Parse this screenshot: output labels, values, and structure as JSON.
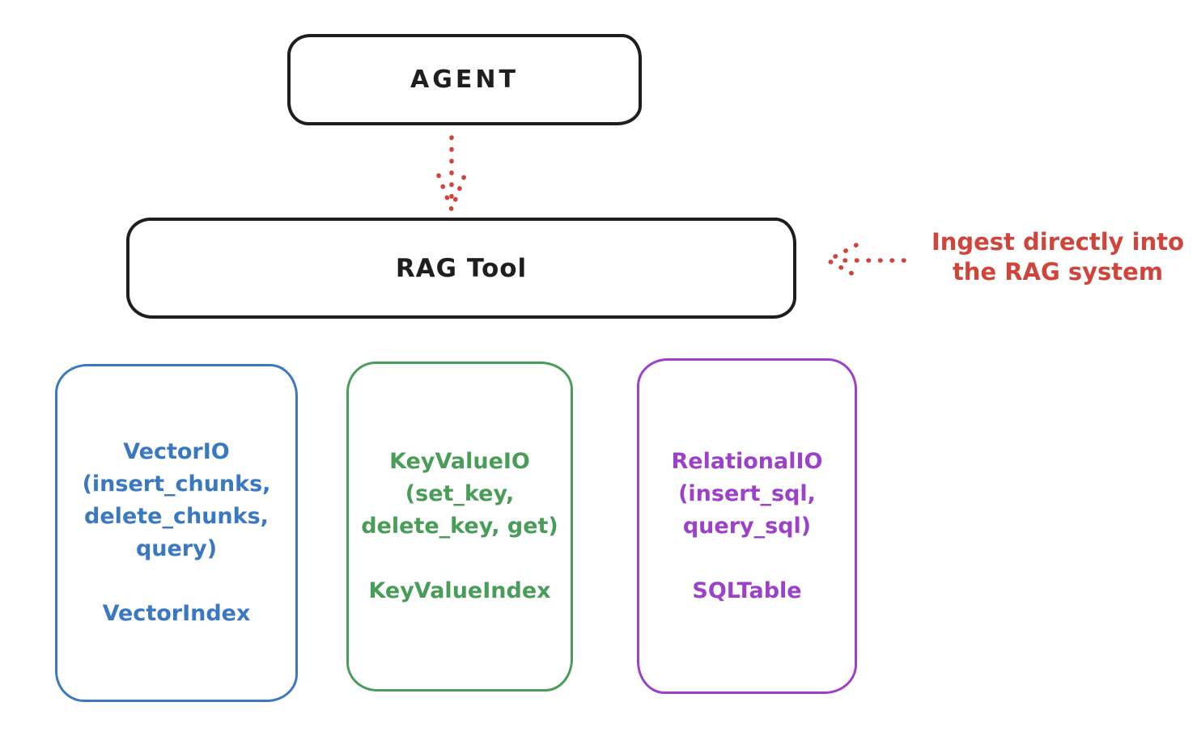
{
  "diagram": {
    "title_hint": "RAG Tool architecture sketch",
    "colors": {
      "node_stroke": "#1e1e1e",
      "annotation_red": "#d0453b",
      "vector_blue": "#3b78c2",
      "keyvalue_green": "#4a9d58",
      "relational_purple": "#9c41c9",
      "background": "#ffffff"
    },
    "agent": {
      "label": "AGENT"
    },
    "rag_tool": {
      "label": "RAG Tool"
    },
    "annotation": {
      "line1": "Ingest directly into",
      "line2": "the RAG system"
    },
    "backends": [
      {
        "id": "vector-io",
        "lines": [
          "VectorIO",
          "(insert_chunks,",
          "delete_chunks,",
          "query)"
        ],
        "index": "VectorIndex",
        "color": "#3b78c2"
      },
      {
        "id": "keyvalue-io",
        "lines": [
          "KeyValueIO",
          "(set_key,",
          "delete_key, get)"
        ],
        "index": "KeyValueIndex",
        "color": "#4a9d58"
      },
      {
        "id": "relational-io",
        "lines": [
          "RelationalIO",
          "(insert_sql,",
          "query_sql)"
        ],
        "index": "SQLTable",
        "color": "#9c41c9"
      }
    ]
  }
}
